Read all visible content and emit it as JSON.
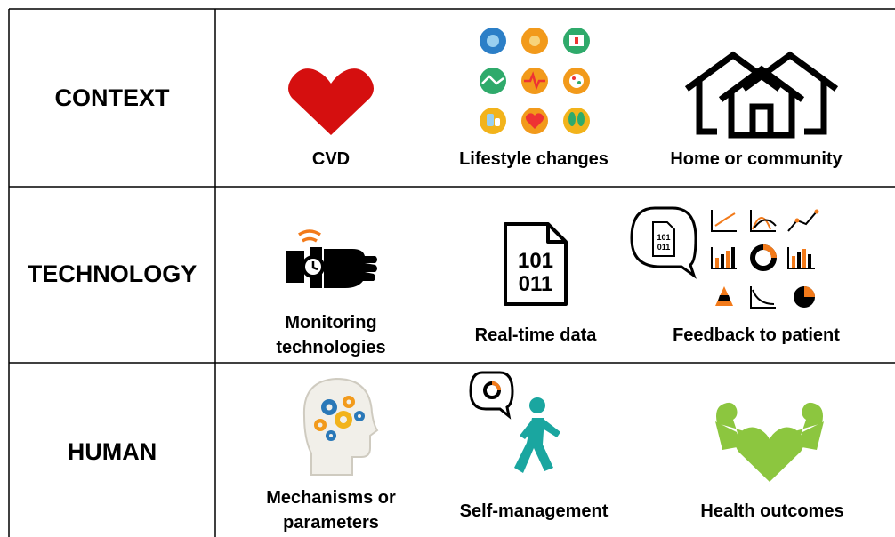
{
  "caption": "",
  "rows": [
    {
      "title": "CONTEXT",
      "cells": [
        {
          "label": "CVD",
          "icon": "heart-icon"
        },
        {
          "label": "Lifestyle changes",
          "icon": "lifestyle-icons-grid"
        },
        {
          "label": "Home or community",
          "icon": "houses-icon"
        }
      ]
    },
    {
      "title": "TECHNOLOGY",
      "cells": [
        {
          "label_lines": [
            "Monitoring",
            "technologies"
          ],
          "icon": "wearable-watch-icon"
        },
        {
          "label": "Real-time data",
          "icon": "binary-file-icon"
        },
        {
          "label": "Feedback to patient",
          "icon": "feedback-charts-icon"
        }
      ]
    },
    {
      "title": "HUMAN",
      "cells": [
        {
          "label_lines": [
            "Mechanisms or",
            "parameters"
          ],
          "icon": "brain-gears-icon"
        },
        {
          "label": "Self-management",
          "icon": "walking-person-icon"
        },
        {
          "label": "Health outcomes",
          "icon": "strong-heart-icon"
        }
      ]
    }
  ],
  "file_digits": [
    "101",
    "011"
  ],
  "colors": {
    "heart_red": "#d50f0f",
    "walker_teal": "#1aa6a0",
    "health_green": "#8cc63f",
    "accent_orange": "#f27a1a",
    "gear_blue": "#2a78b8",
    "gear_orange": "#f29a1b",
    "grid_line": "#000000"
  }
}
